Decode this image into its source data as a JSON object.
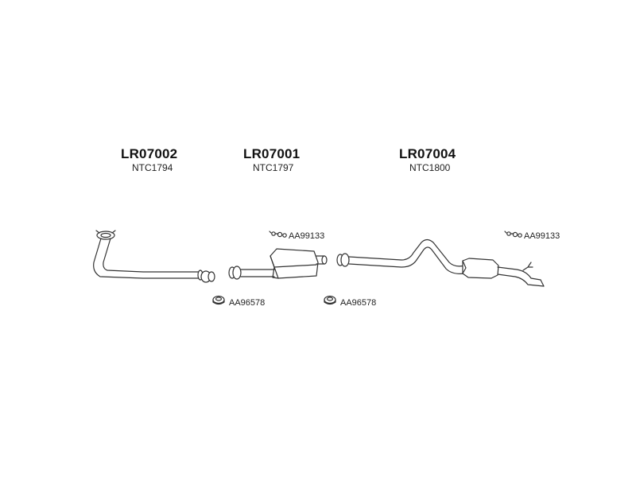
{
  "parts": [
    {
      "code": "LR07002",
      "oem": "NTC1794"
    },
    {
      "code": "LR07001",
      "oem": "NTC1797"
    },
    {
      "code": "LR07004",
      "oem": "NTC1800"
    }
  ],
  "accessories": {
    "clamp_1": "AA99133",
    "clamp_2": "AA99133",
    "gasket_1": "AA96578",
    "gasket_2": "AA96578"
  }
}
